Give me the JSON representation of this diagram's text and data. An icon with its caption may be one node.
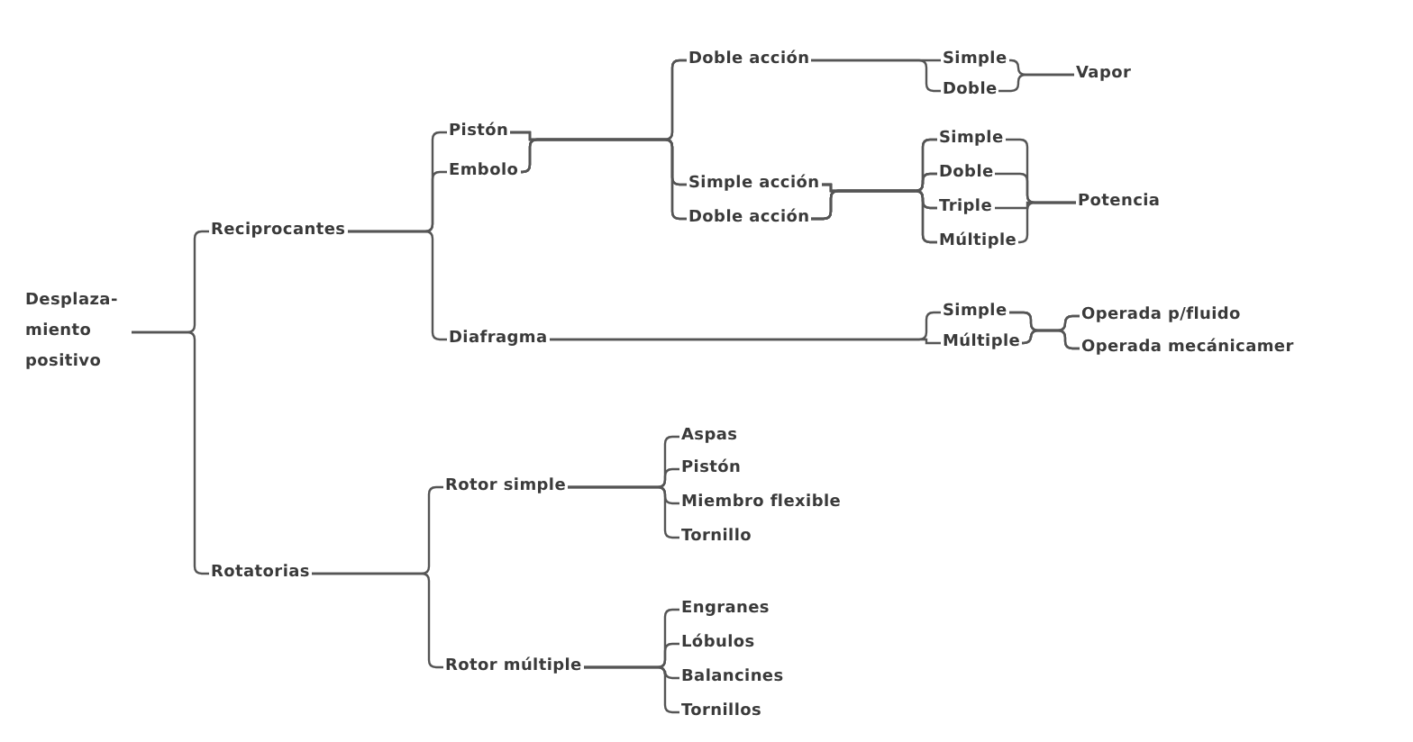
{
  "diagram": {
    "nodes": [
      {
        "text": [
          "Desplaza-miento positivo"
        ]
      },
      {
        "text": [
          "Reciprocantes"
        ]
      },
      {
        "text": [
          "Rotatorias"
        ]
      },
      {
        "text": [
          "Pistón"
        ]
      },
      {
        "text": [
          "Embolo"
        ]
      },
      {
        "text": [
          "Diafragma"
        ]
      },
      {
        "text": [
          "Doble acción"
        ]
      },
      {
        "text": [
          "Simple acción"
        ]
      },
      {
        "text": [
          "Doble acción"
        ]
      },
      {
        "text": [
          "Simple"
        ]
      },
      {
        "text": [
          "Doble"
        ]
      },
      {
        "text": [
          "Vapor"
        ]
      },
      {
        "text": [
          "Simple"
        ]
      },
      {
        "text": [
          "Doble"
        ]
      },
      {
        "text": [
          "Triple"
        ]
      },
      {
        "text": [
          "Múltiple"
        ]
      },
      {
        "text": [
          "Potencia"
        ]
      },
      {
        "text": [
          "Simple"
        ]
      },
      {
        "text": [
          "Múltiple"
        ]
      },
      {
        "text": [
          "Operada p/fluido"
        ]
      },
      {
        "text": [
          "Operada mecánicamer"
        ]
      },
      {
        "text": [
          "Rotor simple"
        ]
      },
      {
        "text": [
          "Rotor múltiple"
        ]
      },
      {
        "text": [
          "Aspas"
        ]
      },
      {
        "text": [
          "Pistón"
        ]
      },
      {
        "text": [
          "Miembro flexible"
        ]
      },
      {
        "text": [
          "Tornillo"
        ]
      },
      {
        "text": [
          "Engranes"
        ]
      },
      {
        "text": [
          "Lóbulos"
        ]
      },
      {
        "text": [
          "Balancines"
        ]
      },
      {
        "text": [
          "Tornillos"
        ]
      }
    ],
    "edges": [
      {
        "from": 0,
        "to": 1,
        "arrow": "none"
      },
      {
        "from": 0,
        "to": 2,
        "arrow": "none"
      },
      {
        "from": 1,
        "to": 3,
        "arrow": "none"
      },
      {
        "from": 1,
        "to": 4,
        "arrow": "none"
      },
      {
        "from": 1,
        "to": 5,
        "arrow": "none"
      },
      {
        "from": 3,
        "to": 6,
        "arrow": "none"
      },
      {
        "from": 3,
        "to": 7,
        "arrow": "none"
      },
      {
        "from": 3,
        "to": 8,
        "arrow": "none"
      },
      {
        "from": 4,
        "to": 6,
        "arrow": "none"
      },
      {
        "from": 4,
        "to": 7,
        "arrow": "none"
      },
      {
        "from": 4,
        "to": 8,
        "arrow": "none"
      },
      {
        "from": 6,
        "to": 9,
        "arrow": "none"
      },
      {
        "from": 6,
        "to": 10,
        "arrow": "none"
      },
      {
        "from": 9,
        "to": 11,
        "arrow": "none"
      },
      {
        "from": 10,
        "to": 11,
        "arrow": "none"
      },
      {
        "from": 7,
        "to": 12,
        "arrow": "none"
      },
      {
        "from": 7,
        "to": 13,
        "arrow": "none"
      },
      {
        "from": 7,
        "to": 14,
        "arrow": "none"
      },
      {
        "from": 7,
        "to": 15,
        "arrow": "none"
      },
      {
        "from": 8,
        "to": 12,
        "arrow": "none"
      },
      {
        "from": 8,
        "to": 13,
        "arrow": "none"
      },
      {
        "from": 8,
        "to": 14,
        "arrow": "none"
      },
      {
        "from": 8,
        "to": 15,
        "arrow": "none"
      },
      {
        "from": 12,
        "to": 16,
        "arrow": "none"
      },
      {
        "from": 13,
        "to": 16,
        "arrow": "none"
      },
      {
        "from": 14,
        "to": 16,
        "arrow": "none"
      },
      {
        "from": 15,
        "to": 16,
        "arrow": "none"
      },
      {
        "from": 5,
        "to": 17,
        "arrow": "none"
      },
      {
        "from": 5,
        "to": 18,
        "arrow": "none"
      },
      {
        "from": 17,
        "to": 19,
        "arrow": "none"
      },
      {
        "from": 17,
        "to": 20,
        "arrow": "none"
      },
      {
        "from": 18,
        "to": 19,
        "arrow": "none"
      },
      {
        "from": 18,
        "to": 20,
        "arrow": "none"
      },
      {
        "from": 2,
        "to": 21,
        "arrow": "none"
      },
      {
        "from": 2,
        "to": 22,
        "arrow": "none"
      },
      {
        "from": 21,
        "to": 23,
        "arrow": "none"
      },
      {
        "from": 21,
        "to": 24,
        "arrow": "none"
      },
      {
        "from": 21,
        "to": 25,
        "arrow": "none"
      },
      {
        "from": 21,
        "to": 26,
        "arrow": "none"
      },
      {
        "from": 22,
        "to": 27,
        "arrow": "none"
      },
      {
        "from": 22,
        "to": 28,
        "arrow": "none"
      },
      {
        "from": 22,
        "to": 29,
        "arrow": "none"
      },
      {
        "from": 22,
        "to": 30,
        "arrow": "none"
      }
    ]
  }
}
